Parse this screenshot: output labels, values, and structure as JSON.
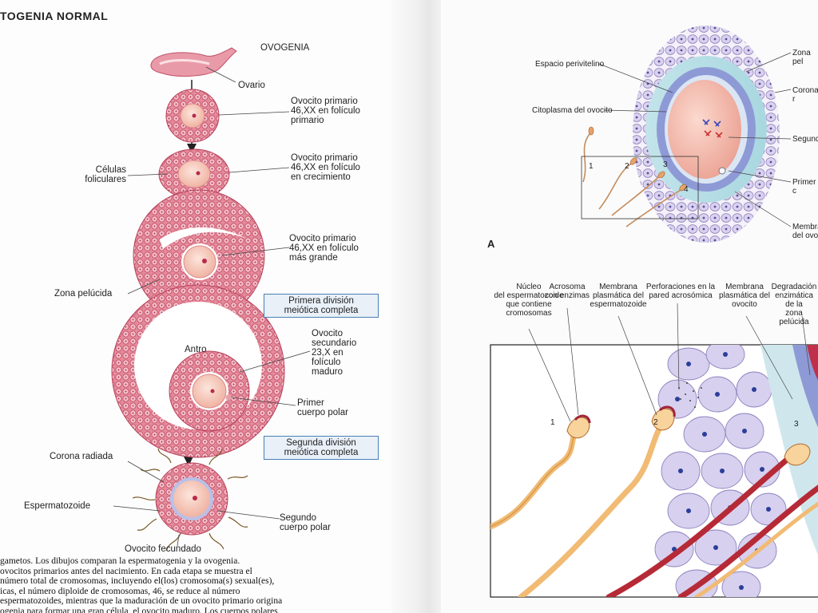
{
  "left": {
    "header": "TOGENIA NORMAL",
    "ovogenia_title": "OVOGENIA",
    "ovario": "Ovario",
    "stage1": [
      "Ovocito primario",
      "46,XX en folículo",
      "primario"
    ],
    "celulas_foliculares": [
      "Células",
      "foliculares"
    ],
    "stage2": [
      "Ovocito primario",
      "46,XX en folículo",
      "en crecimiento"
    ],
    "stage3": [
      "Ovocito primario",
      "46,XX en folículo",
      "más grande"
    ],
    "zona_pelucida": "Zona pelúcida",
    "primera_division": [
      "Primera división",
      "meiótica completa"
    ],
    "antro": "Antro",
    "stage4": [
      "Ovocito",
      "secundario",
      "23,X en",
      "folículo",
      "maduro"
    ],
    "primer_cuerpo_polar": [
      "Primer",
      "cuerpo polar"
    ],
    "segunda_division": [
      "Segunda división",
      "meiótica completa"
    ],
    "corona_radiada": "Corona radiada",
    "espermatozoide": "Espermatozoide",
    "segundo_cuerpo_polar": [
      "Segundo",
      "cuerpo polar"
    ],
    "ovocito_fecundado": "Ovocito fecundado",
    "caption": [
      "gametos. Los dibujos comparan la espermatogenia y la ovogenia.",
      "ovocitos primarios antes del nacimiento. En cada etapa se muestra el",
      "número total de cromosomas, incluyendo el(los) cromosoma(s) sexual(es),",
      "icas, el número diploide de cromosomas, 46, se reduce al número",
      "espermatozoides, mientras que la maduración de un ovocito primario origina",
      "ogenia para formar una gran célula, el ovocito maduro. Los cuerpos polares"
    ]
  },
  "right": {
    "espacio_perivitelino": "Espacio perivitelino",
    "citoplasma_ovocito": "Citoplasma del ovocito",
    "zona_pel": "Zona pel",
    "corona_r": "Corona r",
    "segunda": "Segunda",
    "primer_c": "Primer c",
    "membrana": [
      "Membran",
      "del ovoc"
    ],
    "label_a": "A",
    "nums_top": [
      "1",
      "2",
      "3",
      "4"
    ],
    "nucleo": [
      "Núcleo",
      "del espermatozoide",
      "que contiene",
      "cromosomas"
    ],
    "acrosoma": [
      "Acrosoma",
      "con enzimas"
    ],
    "membrana_esperm": [
      "Membrana",
      "plasmática del",
      "espermatozoide"
    ],
    "perforaciones": [
      "Perforaciones en la",
      "pared acrosómica"
    ],
    "membrana_ovocito": [
      "Membrana",
      "plasmática del",
      "ovocito"
    ],
    "degradacion": [
      "Degradación",
      "enzimática de la",
      "zona pelúcida"
    ],
    "nums_bottom": [
      "1",
      "2",
      "3"
    ]
  },
  "colors": {
    "follicle": "#d9566e",
    "follicle_light": "#f2b9c3",
    "oocyte": "#f6c7b9",
    "zona": "#8f9fd6",
    "cell_purple": "#c9c0e6",
    "sperm": "#f0b66d",
    "frame": "#4a7fb5"
  }
}
